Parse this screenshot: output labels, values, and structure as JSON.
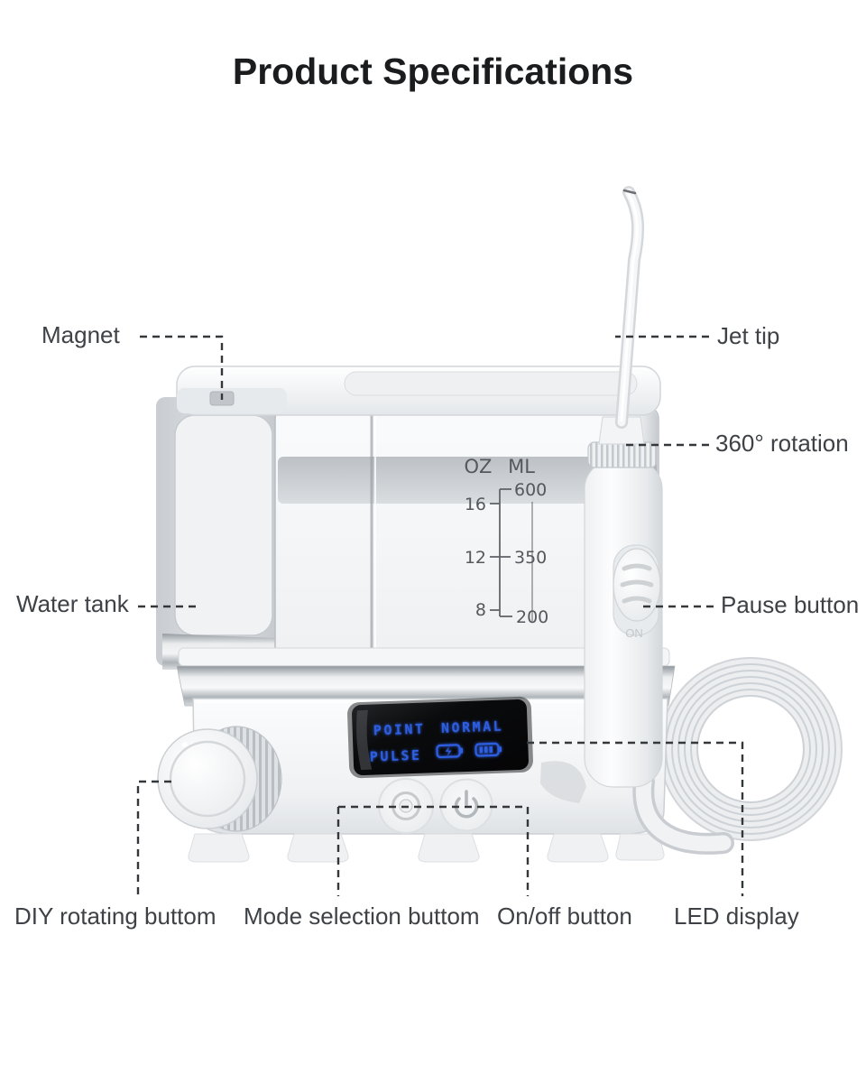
{
  "title": "Product Specifications",
  "labels": {
    "magnet": "Magnet",
    "jet_tip": "Jet tip",
    "rotation_360": "360° rotation",
    "water_tank": "Water tank",
    "pause_button": "Pause button",
    "diy_rotating_button": "DIY rotating buttom",
    "mode_selection_button": "Mode selection buttom",
    "on_off_button": "On/off button",
    "led_display": "LED display"
  },
  "device": {
    "tank_scale": {
      "oz_header": "OZ",
      "ml_header": "ML",
      "oz_values": [
        "16",
        "12",
        "8"
      ],
      "ml_values": [
        "600",
        "350",
        "200"
      ]
    },
    "led_screen": {
      "mode_top_left": "POINT",
      "mode_top_right": "NORMAL",
      "mode_bottom_left": "PULSE",
      "icons": [
        "battery-charging-icon",
        "battery-level-icon"
      ],
      "text_color": "#2f5fe3",
      "background_color": "#0a0b0d"
    },
    "pause_slider_label": "ON"
  },
  "colors": {
    "title_text": "#1b1c1e",
    "label_text": "#3e4246",
    "leader_line": "#35383b",
    "background": "#ffffff"
  }
}
